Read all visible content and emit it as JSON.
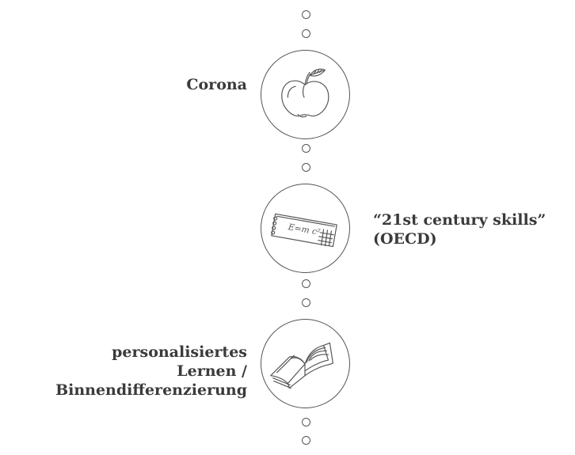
{
  "timeline": {
    "items": [
      {
        "icon": "apple-icon",
        "label_lines": [
          "Corona"
        ]
      },
      {
        "icon": "chalkboard-formula-icon",
        "formula": "E=m c²",
        "label_lines": [
          "“21st century skills”",
          "(OECD)"
        ]
      },
      {
        "icon": "open-book-icon",
        "label_lines": [
          "personalisiertes",
          "Lernen /",
          "Binnendifferenzierung"
        ]
      }
    ]
  },
  "colors": {
    "text": "#3a3a3a",
    "line": "#555555",
    "background": "#ffffff"
  }
}
